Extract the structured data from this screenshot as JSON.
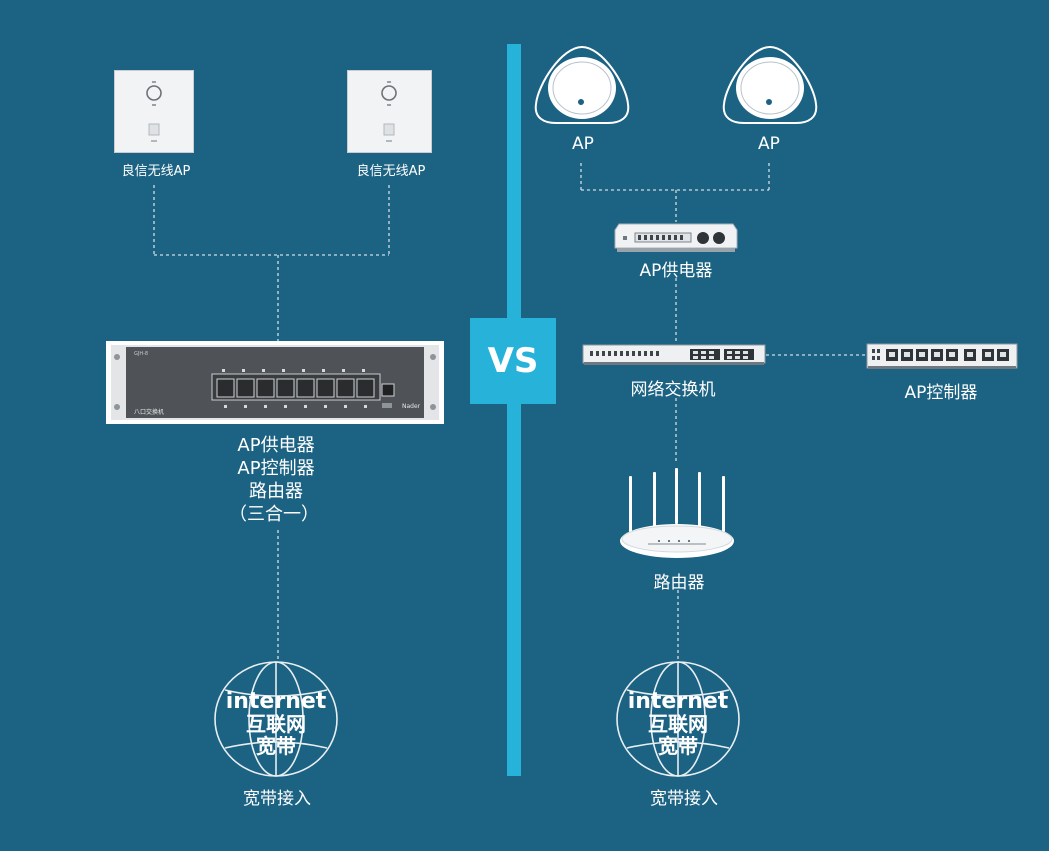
{
  "vs_label": "VS",
  "left": {
    "ap_left_label": "良信无线AP",
    "ap_right_label": "良信无线AP",
    "combo_lines": [
      "AP供电器",
      "AP控制器",
      "路由器",
      "（三合一）"
    ],
    "device_plate_text": "八口交换机",
    "device_brand": "Nader",
    "internet_word": "internet",
    "internet_cn": "互联网",
    "broadband_cn": "宽带",
    "broadband_label": "宽带接入"
  },
  "right": {
    "ap_left_label": "AP",
    "ap_right_label": "AP",
    "poe_label": "AP供电器",
    "switch_label": "网络交换机",
    "controller_label": "AP控制器",
    "router_label": "路由器",
    "internet_word": "internet",
    "internet_cn": "互联网",
    "broadband_cn": "宽带",
    "broadband_label": "宽带接入"
  },
  "colors": {
    "background": "#1b6283",
    "accent": "#27b2d9",
    "wire": "#d0dde5"
  },
  "icons": [
    "wall-panel-ap-icon",
    "ceiling-ap-icon",
    "poe-injector-icon",
    "network-switch-icon",
    "ap-controller-icon",
    "wifi-router-icon",
    "globe-icon",
    "eight-port-switch-icon"
  ]
}
